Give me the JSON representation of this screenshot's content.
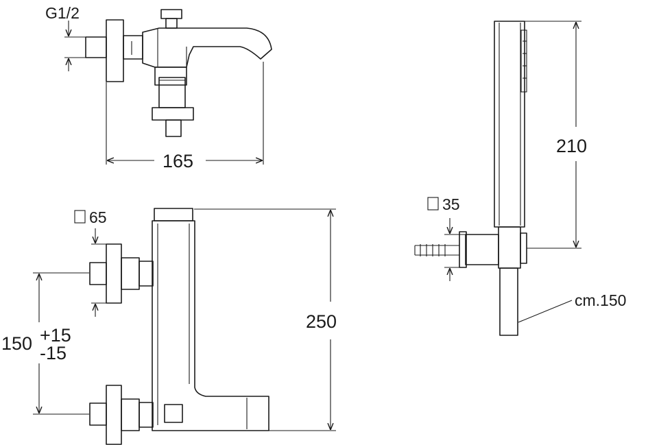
{
  "dimensions": {
    "thread": "G1/2",
    "spout_projection": "165",
    "flange_square_large": "65",
    "height": "250",
    "centers_base": "150",
    "centers_tol_plus": "+15",
    "centers_tol_minus": "-15",
    "holder_square": "35",
    "handshower_length": "210",
    "hose_length": "cm.150"
  }
}
